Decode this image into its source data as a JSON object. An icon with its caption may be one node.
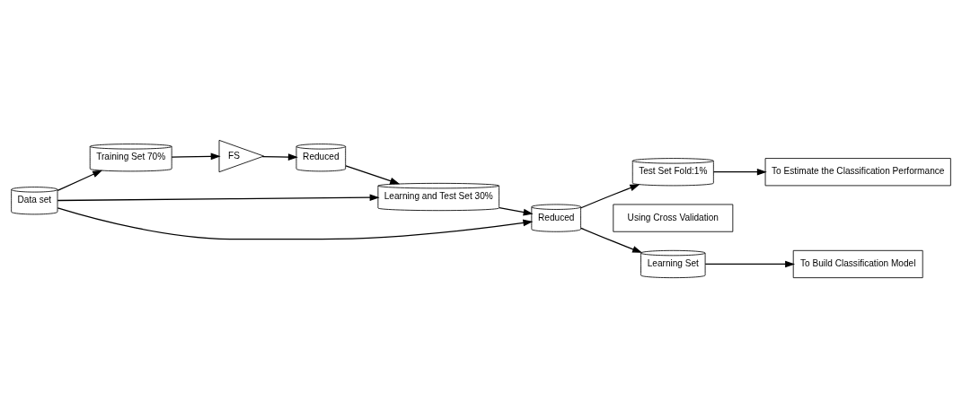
{
  "diagram": {
    "nodes": [
      {
        "text": [
          "Data set"
        ]
      },
      {
        "text": [
          "Training Set 70%"
        ]
      },
      {
        "text": [
          "FS"
        ]
      },
      {
        "text": [
          "Reduced"
        ]
      },
      {
        "text": [
          "Learning and Test Set 30%"
        ]
      },
      {
        "text": [
          "Reduced"
        ]
      },
      {
        "text": [
          "Using Cross Validation"
        ]
      },
      {
        "text": [
          "Test Set Fold:1%"
        ]
      },
      {
        "text": [
          "To Estimate the Classification Performance"
        ]
      },
      {
        "text": [
          "Learning Set"
        ]
      },
      {
        "text": [
          "To Build Classification Model"
        ]
      }
    ],
    "edges": [
      {
        "from": 0,
        "to": 1,
        "arrow": "to"
      },
      {
        "from": 0,
        "to": 4,
        "arrow": "to"
      },
      {
        "from": 1,
        "to": 2,
        "arrow": "to"
      },
      {
        "from": 2,
        "to": 3,
        "arrow": "to"
      },
      {
        "from": 3,
        "to": 4,
        "arrow": "to"
      },
      {
        "from": 4,
        "to": 5,
        "arrow": "to"
      },
      {
        "from": 0,
        "to": 5,
        "arrow": "to"
      },
      {
        "from": 5,
        "to": 7,
        "arrow": "to"
      },
      {
        "from": 5,
        "to": 9,
        "arrow": "to"
      },
      {
        "from": 7,
        "to": 8,
        "arrow": "to"
      },
      {
        "from": 9,
        "to": 10,
        "arrow": "to"
      }
    ]
  }
}
